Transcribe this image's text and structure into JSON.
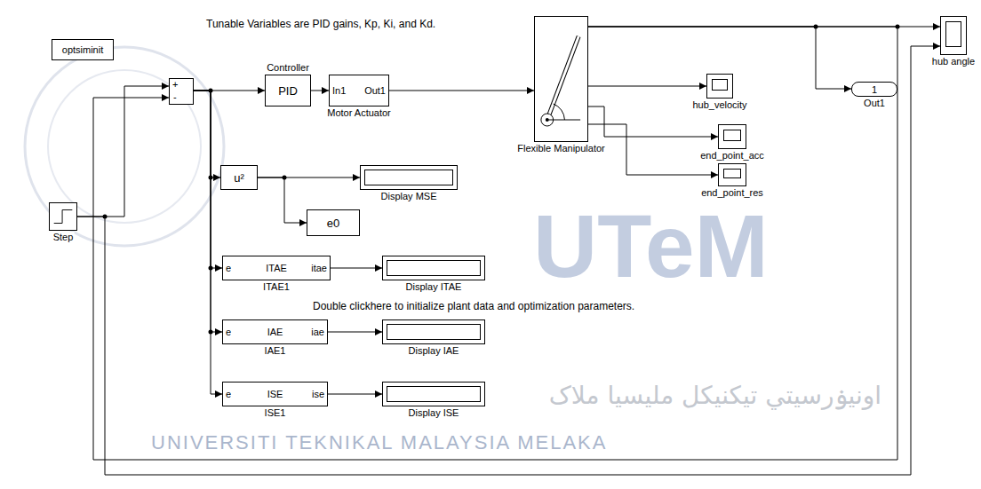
{
  "diagram": {
    "nodes": [
      {
        "text": [
          "optsiminit"
        ]
      },
      {
        "text": [
          "Step"
        ]
      },
      {
        "text": [
          "+",
          "-"
        ]
      },
      {
        "text": [
          "Controller",
          "PID"
        ]
      },
      {
        "text": [
          "In1",
          "Out1",
          "Motor Actuator"
        ]
      },
      {
        "text": [
          "Flexible Manipulator"
        ]
      },
      {
        "text": [
          "hub_velocity"
        ]
      },
      {
        "text": [
          "end_point_acc"
        ]
      },
      {
        "text": [
          "end_point_res"
        ]
      },
      {
        "text": [
          "1",
          "Out1"
        ]
      },
      {
        "text": [
          "hub angle"
        ]
      },
      {
        "text": [
          "u²"
        ]
      },
      {
        "text": [
          "Display MSE"
        ]
      },
      {
        "text": [
          "e0"
        ]
      },
      {
        "text": [
          "e",
          "ITAE",
          "itae",
          "ITAE1"
        ]
      },
      {
        "text": [
          "Display ITAE"
        ]
      },
      {
        "text": [
          "e",
          "IAE",
          "iae",
          "IAE1"
        ]
      },
      {
        "text": [
          "Display IAE"
        ]
      },
      {
        "text": [
          "e",
          "ISE",
          "ise",
          "ISE1"
        ]
      },
      {
        "text": [
          "Display ISE"
        ]
      }
    ],
    "edges": [
      {
        "from": 1,
        "to": 2,
        "arrow": "to"
      },
      {
        "from": 1,
        "to": 10,
        "arrow": "to"
      },
      {
        "from": 2,
        "to": 3,
        "arrow": "to"
      },
      {
        "from": 3,
        "to": 4,
        "arrow": "to"
      },
      {
        "from": 4,
        "to": 5,
        "arrow": "to"
      },
      {
        "from": 5,
        "to": 10,
        "arrow": "to"
      },
      {
        "from": 5,
        "to": 9,
        "arrow": "to"
      },
      {
        "from": 5,
        "to": 6,
        "arrow": "to"
      },
      {
        "from": 5,
        "to": 7,
        "arrow": "to"
      },
      {
        "from": 5,
        "to": 8,
        "arrow": "to"
      },
      {
        "from": 5,
        "to": 2,
        "arrow": "to"
      },
      {
        "from": 2,
        "to": 11,
        "arrow": "to"
      },
      {
        "from": 11,
        "to": 12,
        "arrow": "to"
      },
      {
        "from": 11,
        "to": 13,
        "arrow": "to"
      },
      {
        "from": 2,
        "to": 14,
        "arrow": "to"
      },
      {
        "from": 14,
        "to": 15,
        "arrow": "to"
      },
      {
        "from": 2,
        "to": 16,
        "arrow": "to"
      },
      {
        "from": 16,
        "to": 17,
        "arrow": "to"
      },
      {
        "from": 2,
        "to": 18,
        "arrow": "to"
      },
      {
        "from": 18,
        "to": 19,
        "arrow": "to"
      }
    ],
    "labels": [
      "Tunable Variables are PID gains, Kp, Ki, and Kd.",
      "Double clickhere to initialize plant data and optimization parameters.",
      "UTeM",
      "اونيۏرسيتي تيکنيکل مليسيا ملاک",
      "UNIVERSITI TEKNIKAL MALAYSIA MELAKA"
    ]
  }
}
